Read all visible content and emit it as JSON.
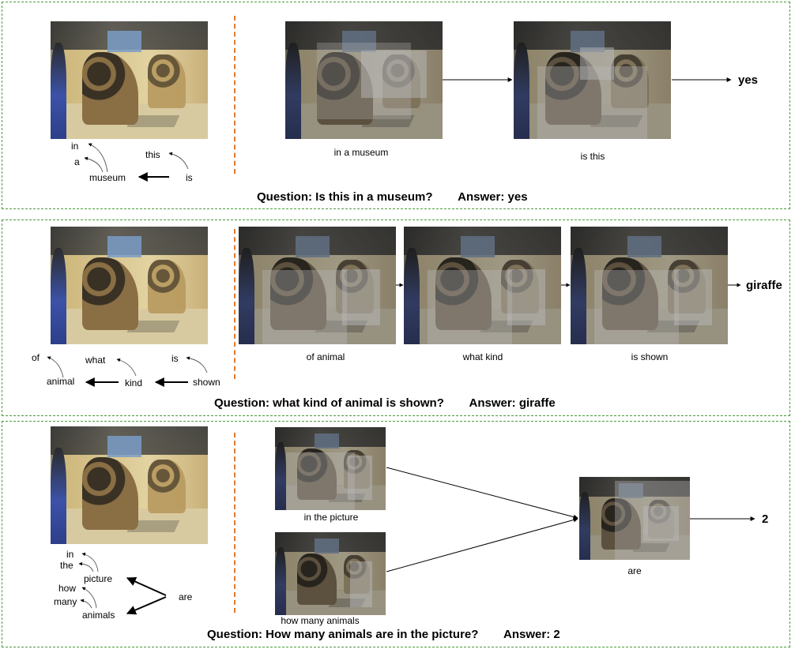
{
  "panels": [
    {
      "question_label": "Question:",
      "question": "Is this in a museum?",
      "answer_label": "Answer:",
      "answer": "yes",
      "parse_words": [
        "in",
        "a",
        "museum",
        "this",
        "is"
      ],
      "steps": [
        {
          "caption": "in a museum"
        },
        {
          "caption": "is this"
        }
      ],
      "output": "yes"
    },
    {
      "question_label": "Question:",
      "question": "what kind of animal is shown?",
      "answer_label": "Answer:",
      "answer": "giraffe",
      "parse_words": [
        "of",
        "animal",
        "what",
        "kind",
        "is",
        "shown"
      ],
      "steps": [
        {
          "caption": "of animal"
        },
        {
          "caption": "what kind"
        },
        {
          "caption": "is shown"
        }
      ],
      "output": "giraffe"
    },
    {
      "question_label": "Question:",
      "question": "How many animals are in the picture?",
      "answer_label": "Answer:",
      "answer": "2",
      "parse_words": [
        "in",
        "the",
        "picture",
        "how",
        "many",
        "animals",
        "are"
      ],
      "steps": [
        {
          "caption": "in the picture"
        },
        {
          "caption": "how many animals"
        },
        {
          "caption": "are"
        }
      ],
      "output": "2"
    }
  ]
}
